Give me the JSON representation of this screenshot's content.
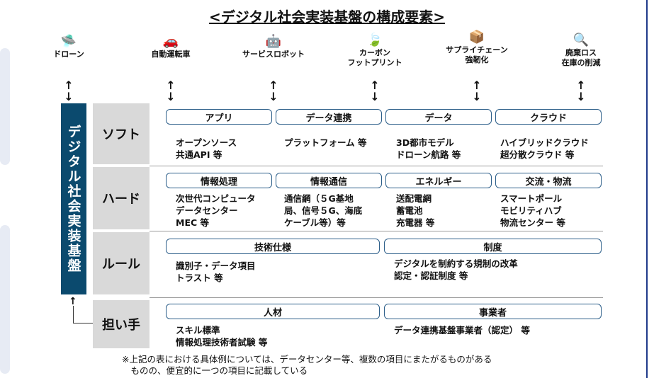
{
  "title": "<デジタル社会実装基盤の構成要素>",
  "top_items": [
    {
      "icon": "drone-icon",
      "glyph": "🛸",
      "label": "ドローン"
    },
    {
      "icon": "car-icon",
      "glyph": "🚗",
      "label": "自動運転車"
    },
    {
      "icon": "robot-icon",
      "glyph": "🤖",
      "label": "サービスロボット"
    },
    {
      "icon": "leaf-icon",
      "glyph": "🍃",
      "label": "カーボン\nフットプリント"
    },
    {
      "icon": "boxes-icon",
      "glyph": "📦",
      "label": "サプライチェーン\n強靭化"
    },
    {
      "icon": "magnifier-boxes-icon",
      "glyph": "🔍",
      "label": "廃棄ロス\n在庫の削減"
    }
  ],
  "vertical_banner": "デジタル社会実装基盤",
  "rows": {
    "soft": {
      "label": "ソフト",
      "headers": [
        "アプリ",
        "データ連携",
        "データ",
        "クラウド"
      ],
      "items": [
        "オープンソース\n共通API 等",
        "プラットフォーム 等",
        "3D都市モデル\nドローン航路 等",
        "ハイブリッドクラウド\n超分散クラウド 等"
      ]
    },
    "hard": {
      "label": "ハード",
      "headers": [
        "情報処理",
        "情報通信",
        "エネルギー",
        "交流・物流"
      ],
      "items": [
        "次世代コンピュータ\nデータセンター\nMEC 等",
        "通信網（５G基地\n局、信号５G、海底\nケーブル等）等",
        "送配電網\n蓄電池\n充電器 等",
        "スマートポール\nモビリティハブ\n物流センター 等"
      ]
    },
    "rule": {
      "label": "ルール",
      "headers": [
        "技術仕様",
        "制度"
      ],
      "items": [
        "識別子・データ項目\nトラスト 等",
        "デジタルを制約する規制の改革\n認定・認証制度 等"
      ]
    },
    "people": {
      "label": "担い手",
      "headers": [
        "人材",
        "事業者"
      ],
      "items": [
        "スキル標準\n情報処理技術者試験 等",
        "データ連携基盤事業者（認定） 等"
      ]
    }
  },
  "note": "※上記の表における具体例については、データセンター等、複数の項目にまたがるものがある\n　ものの、便宜的に一つの項目に記載している",
  "colors": {
    "banner": "#0b4a6e",
    "box_border": "#2d5f8a",
    "row_label_bg": "#d9d9d9"
  }
}
